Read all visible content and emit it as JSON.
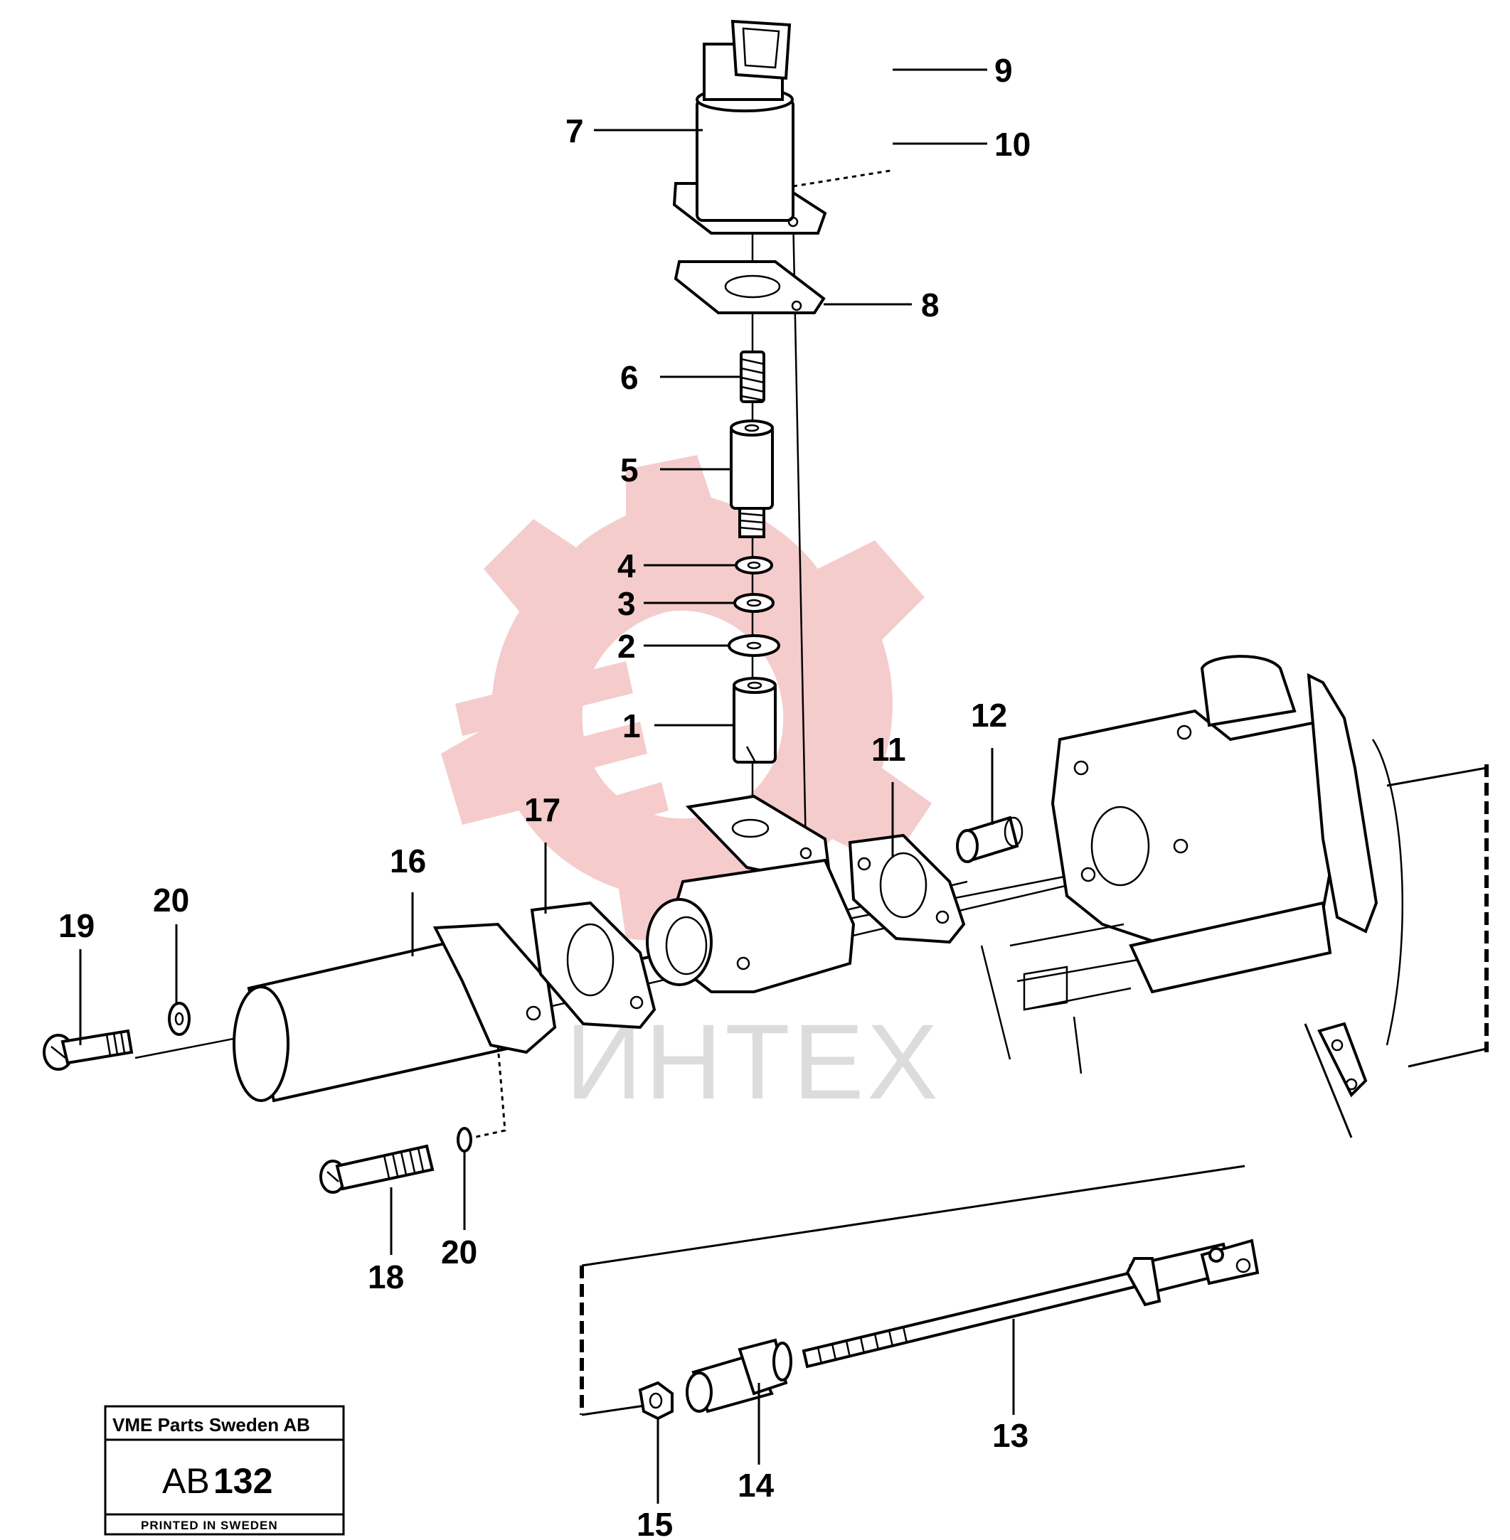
{
  "watermark": {
    "text": "ИНТЕХ",
    "color": "#f4c6c6"
  },
  "callouts": [
    "1",
    "2",
    "3",
    "4",
    "5",
    "6",
    "7",
    "8",
    "9",
    "10",
    "11",
    "12",
    "13",
    "14",
    "15",
    "16",
    "17",
    "18",
    "19",
    "20",
    "20"
  ],
  "stamp": {
    "company": "VME Parts Sweden AB",
    "code_prefix": "AB",
    "code_number": "132",
    "footer": "PRINTED IN SWEDEN"
  }
}
